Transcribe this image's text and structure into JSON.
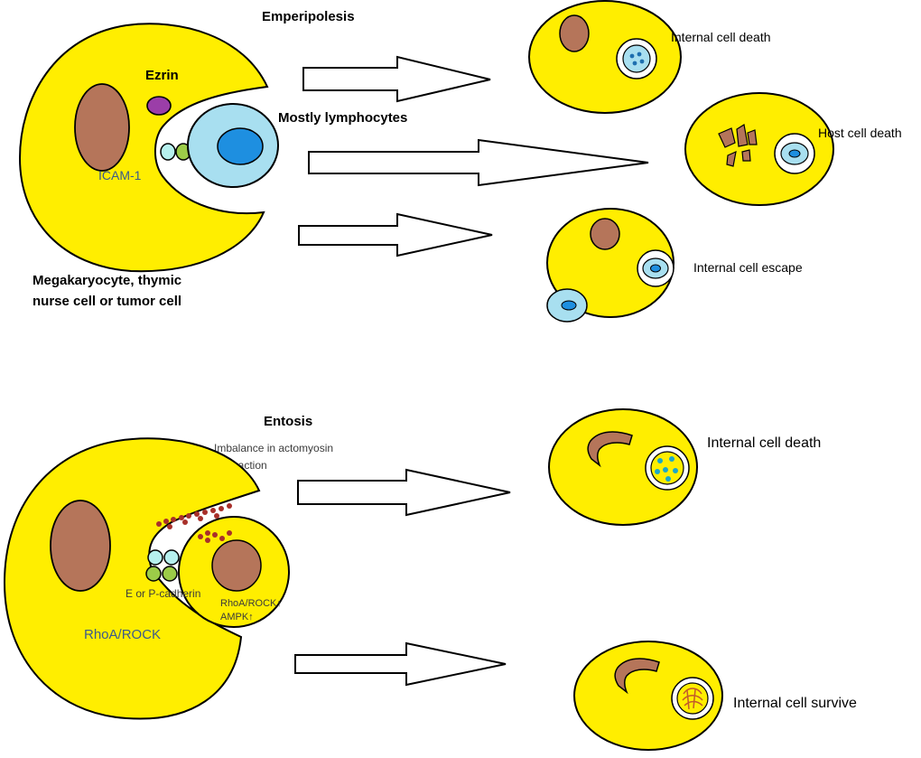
{
  "emperipolesis": {
    "title": "Emperipolesis",
    "host_label_line1": "Megakaryocyte, thymic",
    "host_label_line2": "nurse cell or tumor cell",
    "ezrin": "Ezrin",
    "icam": "ICAM-1",
    "internal_label": "Mostly lymphocytes",
    "outcomes": [
      "Internal cell death",
      "Host cell death",
      "Internal cell escape"
    ]
  },
  "entosis": {
    "title": "Entosis",
    "note_line1": "Imbalance in actomyosin",
    "note_line2": "contraction",
    "cadherin": "E or P-cadherin",
    "rhoa_host": "RhoA/ROCK",
    "internal_line1": "RhoA/ROCK↑",
    "internal_line2": "AMPK↑",
    "outcomes": [
      "Internal cell death",
      "Internal cell survive"
    ]
  },
  "colors": {
    "cell_yellow": "#ffee00",
    "nucleus_brown": "#b5755a",
    "lymphocyte_blue": "#a8dff0",
    "lymph_nucleus": "#1e8fe0",
    "ezrin_purple": "#9b3ea8",
    "adhesion_cyan": "#b6f0ee",
    "adhesion_green": "#9ccc48",
    "granule_red": "#a8302a",
    "outline": "#000000"
  }
}
